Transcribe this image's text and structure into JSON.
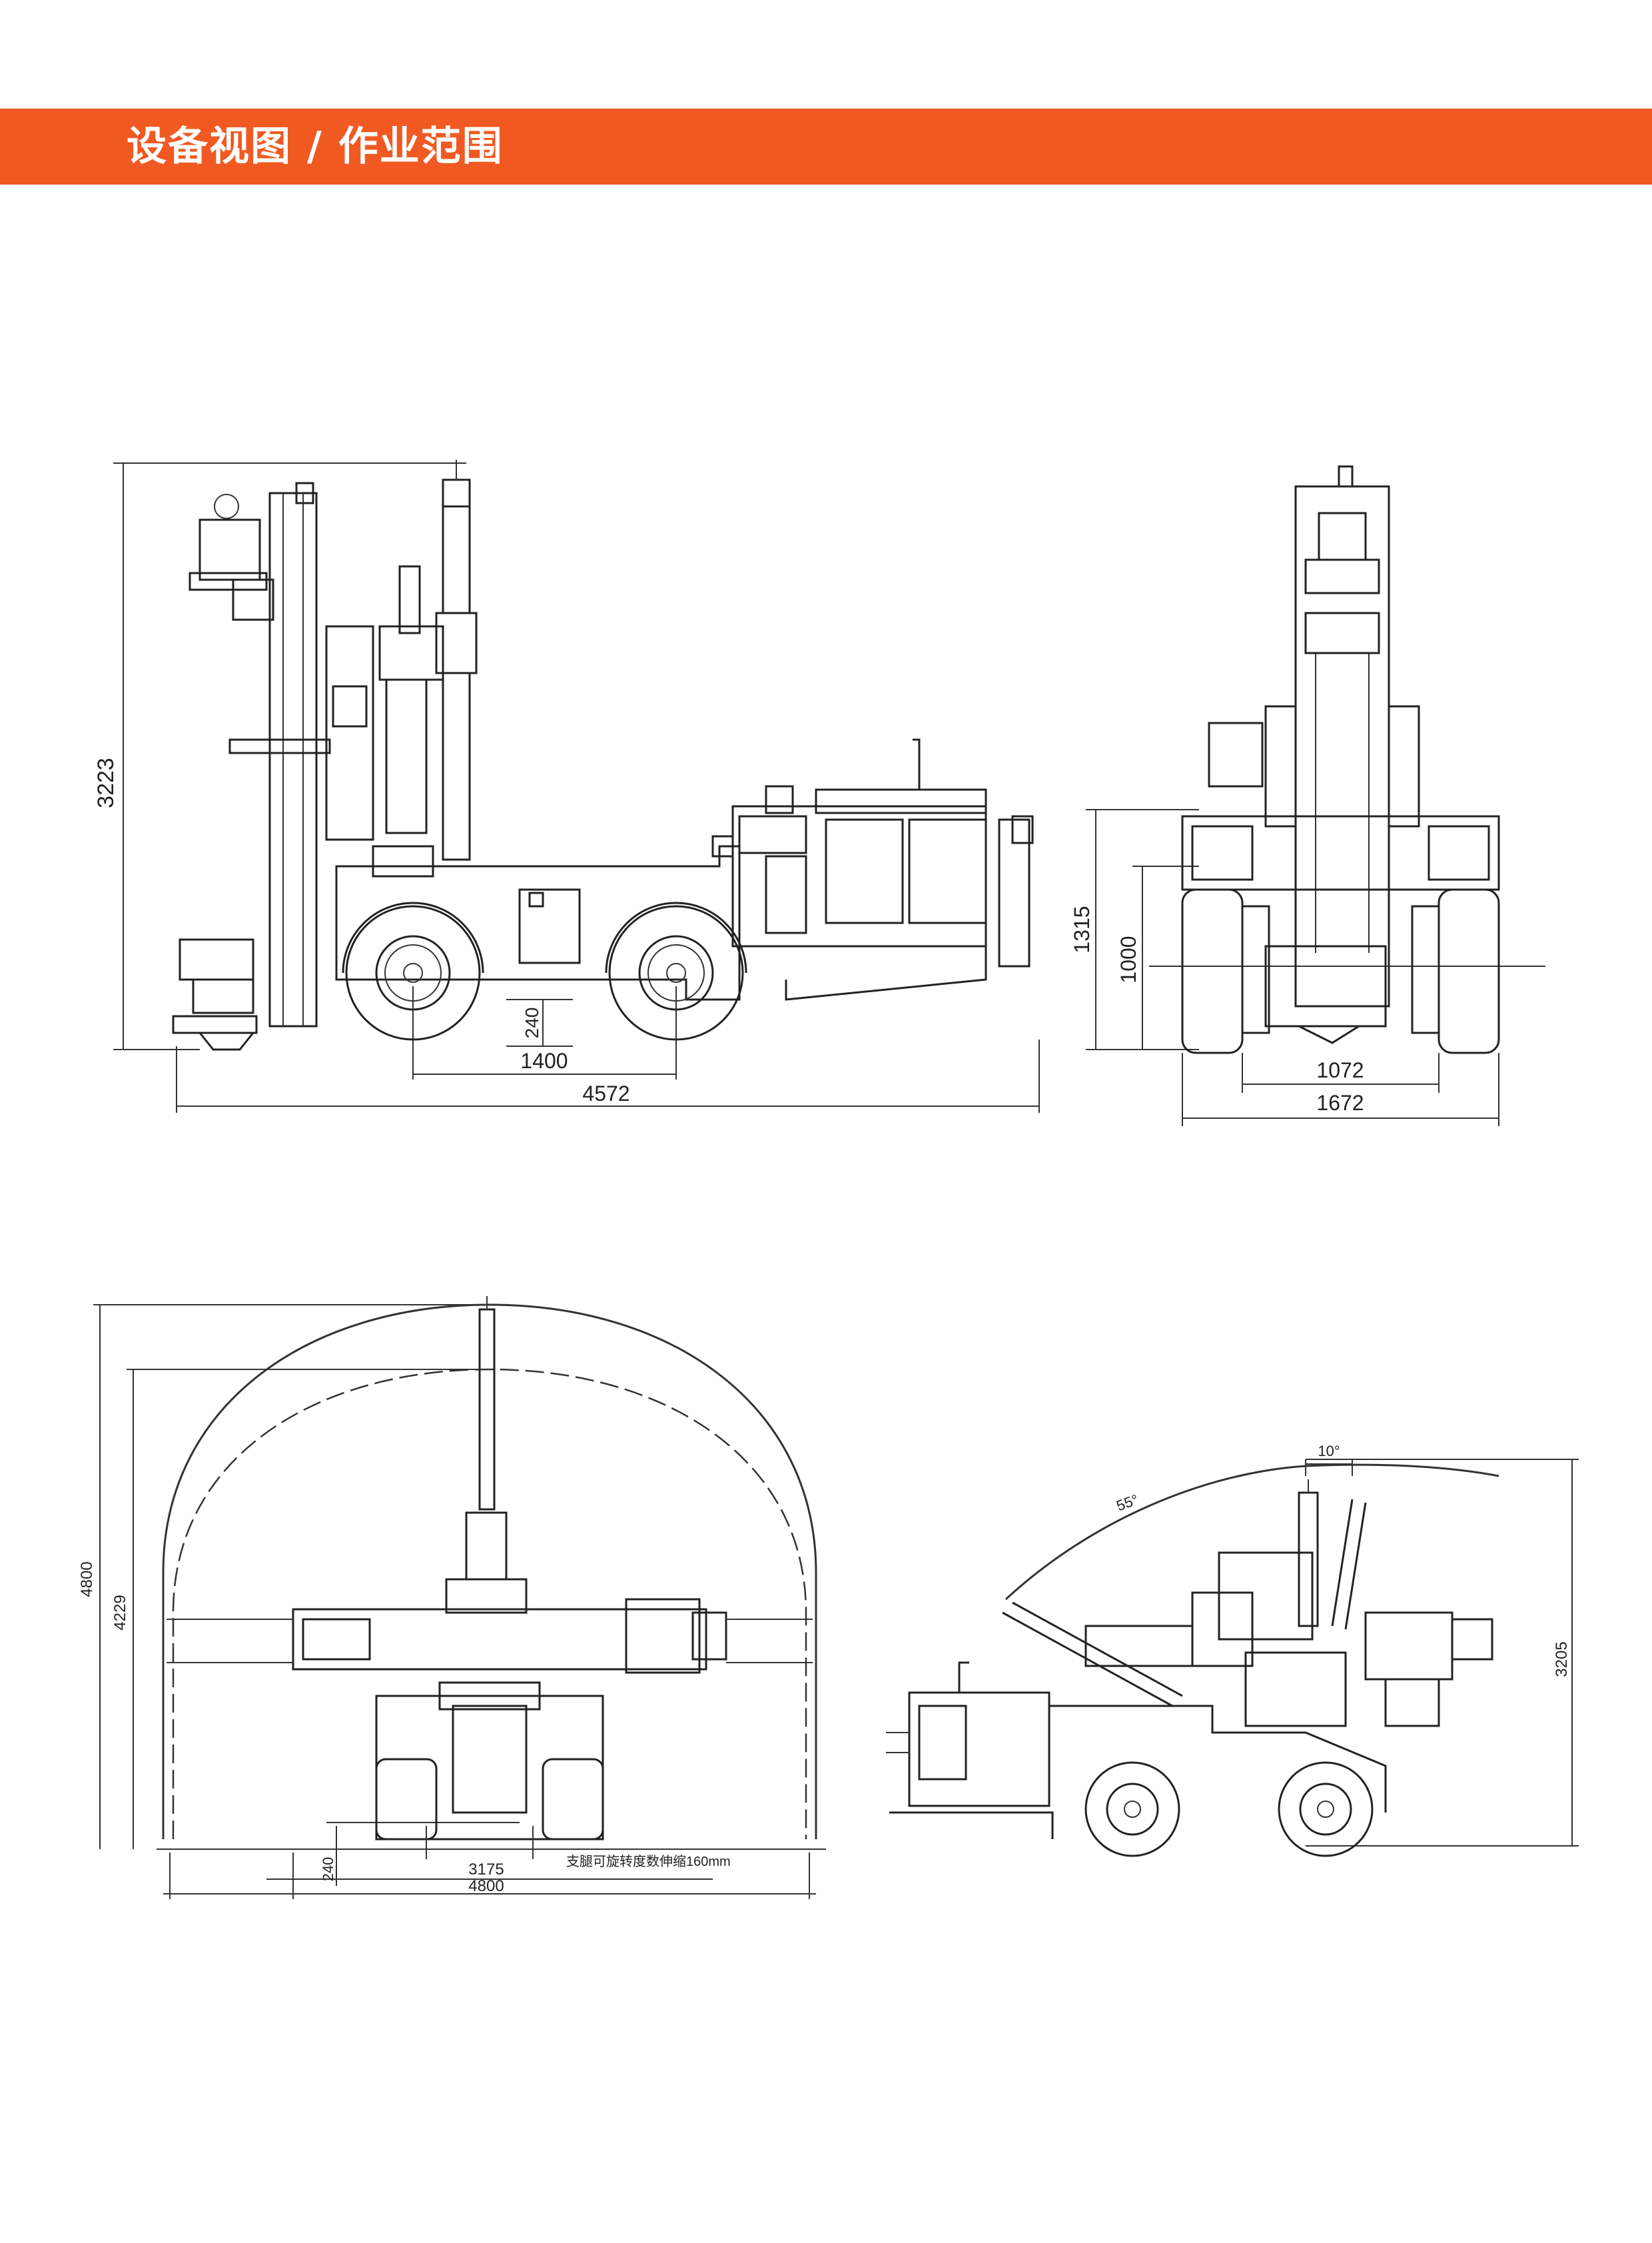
{
  "header": {
    "title": "设备视图 / 作业范围",
    "accent_color": "#f05a22"
  },
  "side_view": {
    "height": "3223",
    "wheelbase": "1400",
    "length": "4572",
    "ground_clearance": "240"
  },
  "front_view": {
    "height_1315": "1315",
    "height_1000": "1000",
    "track": "1072",
    "width": "1672"
  },
  "coverage_front": {
    "height_4800": "4800",
    "height_4229": "4229",
    "width_3175": "3175",
    "width_4800": "4800",
    "depth_240": "240",
    "note": "支腿可旋转度数伸缩160mm"
  },
  "coverage_side": {
    "angle_10": "10°",
    "angle_55": "55°",
    "height_3205": "3205"
  }
}
